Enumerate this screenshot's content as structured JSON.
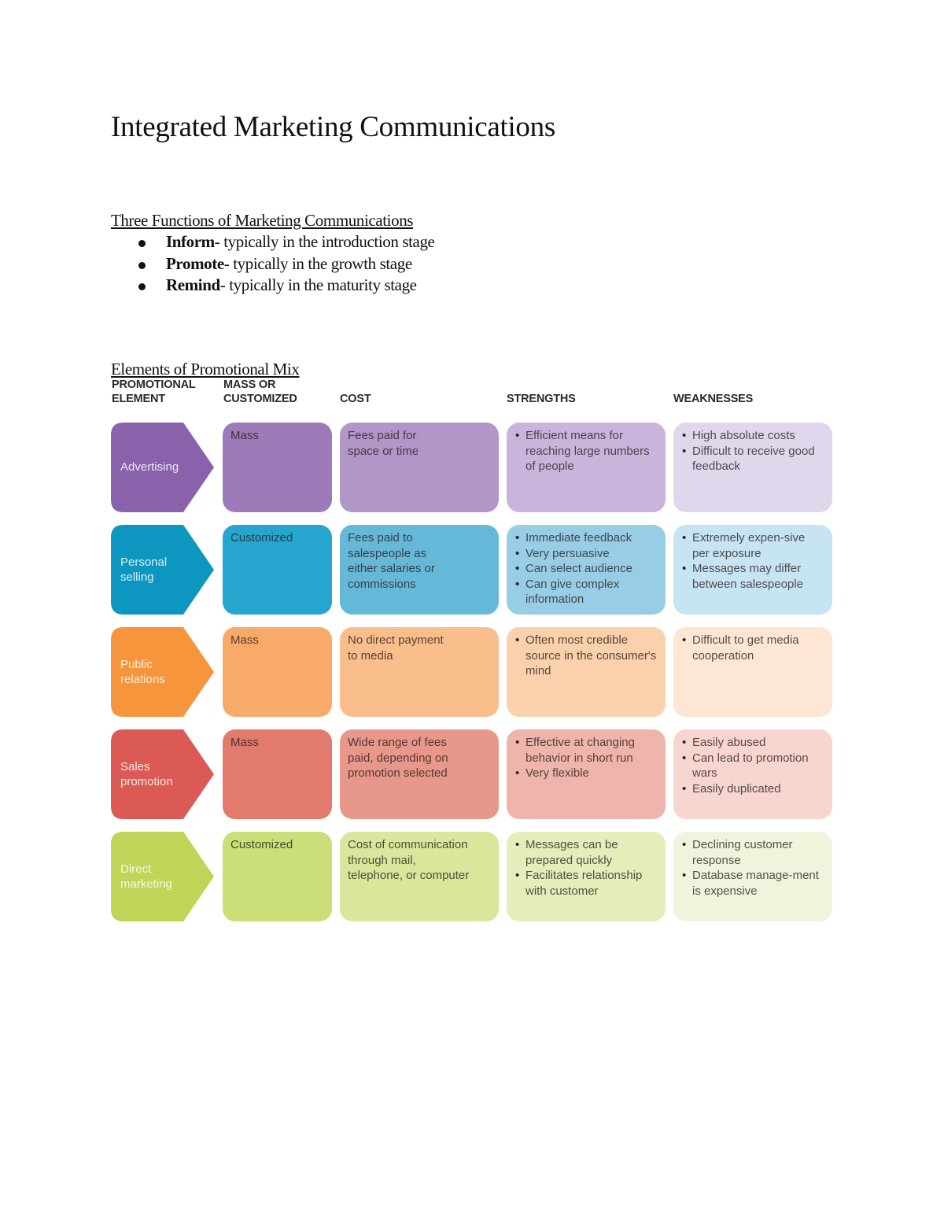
{
  "document": {
    "title": "Integrated Marketing Communications",
    "functions": {
      "heading": "Three Functions of Marketing Communications",
      "items": [
        {
          "term": "Inform",
          "desc": "- typically in the introduction stage"
        },
        {
          "term": "Promote",
          "desc": "- typically in the growth stage"
        },
        {
          "term": "Remind",
          "desc": "- typically in the maturity stage"
        }
      ]
    },
    "mix_heading": "Elements of Promotional Mix"
  },
  "table": {
    "headers": {
      "element": [
        "PROMOTIONAL",
        "ELEMENT"
      ],
      "mass": [
        "MASS OR",
        "CUSTOMIZED"
      ],
      "cost": "COST",
      "strengths": "STRENGTHS",
      "weaknesses": "WEAKNESSES"
    },
    "rows": [
      {
        "element": "Advertising",
        "mass": "Mass",
        "cost": "Fees paid for\nspace or time",
        "strengths": [
          "Efficient means for reaching large numbers of people"
        ],
        "weaknesses": [
          "High absolute costs",
          "Difficult to receive good feedback"
        ],
        "colors": {
          "arrow": "#8a62ab",
          "mass": "#9c7bb8",
          "cost": "#b196c8",
          "strengths": "#c9b5dc",
          "weaknesses": "#e1d7ec"
        }
      },
      {
        "element": "Personal\nselling",
        "mass": "Customized",
        "cost": "Fees paid to\nsalespeople as\neither salaries or\ncommissions",
        "strengths": [
          "Immediate feedback",
          "Very persuasive",
          "Can select audience",
          "Can give complex information"
        ],
        "weaknesses": [
          "Extremely expen-sive per exposure",
          "Messages may differ between salespeople"
        ],
        "colors": {
          "arrow": "#0d96c0",
          "mass": "#26a5cf",
          "cost": "#66b8d8",
          "strengths": "#98cde6",
          "weaknesses": "#c7e4f2"
        }
      },
      {
        "element": "Public\nrelations",
        "mass": "Mass",
        "cost": "No direct payment\nto media",
        "strengths": [
          "Often most credible source in the consumer's mind"
        ],
        "weaknesses": [
          "Difficult to get media cooperation"
        ],
        "colors": {
          "arrow": "#f6953c",
          "mass": "#f8aa68",
          "cost": "#fabd8c",
          "strengths": "#fbd0ac",
          "weaknesses": "#fde6d3"
        }
      },
      {
        "element": "Sales\npromotion",
        "mass": "Mass",
        "cost": "Wide range of fees\npaid, depending on\npromotion selected",
        "strengths": [
          "Effective at changing behavior in short run",
          "Very flexible"
        ],
        "weaknesses": [
          "Easily abused",
          "Can lead to promotion wars",
          "Easily duplicated"
        ],
        "colors": {
          "arrow": "#db5a55",
          "mass": "#e27a6d",
          "cost": "#e8978b",
          "strengths": "#efb5ab",
          "weaknesses": "#f6d6cf"
        }
      },
      {
        "element": "Direct\nmarketing",
        "mass": "Customized",
        "cost": "Cost of communication\nthrough mail,\ntelephone, or computer",
        "strengths": [
          "Messages can be prepared quickly",
          "Facilitates relationship with customer"
        ],
        "weaknesses": [
          "Declining customer response",
          "Database manage-ment is expensive"
        ],
        "colors": {
          "arrow": "#bed558",
          "mass": "#cadf77",
          "cost": "#d8e79b",
          "strengths": "#e3eebb",
          "weaknesses": "#eff5dd"
        }
      }
    ]
  }
}
